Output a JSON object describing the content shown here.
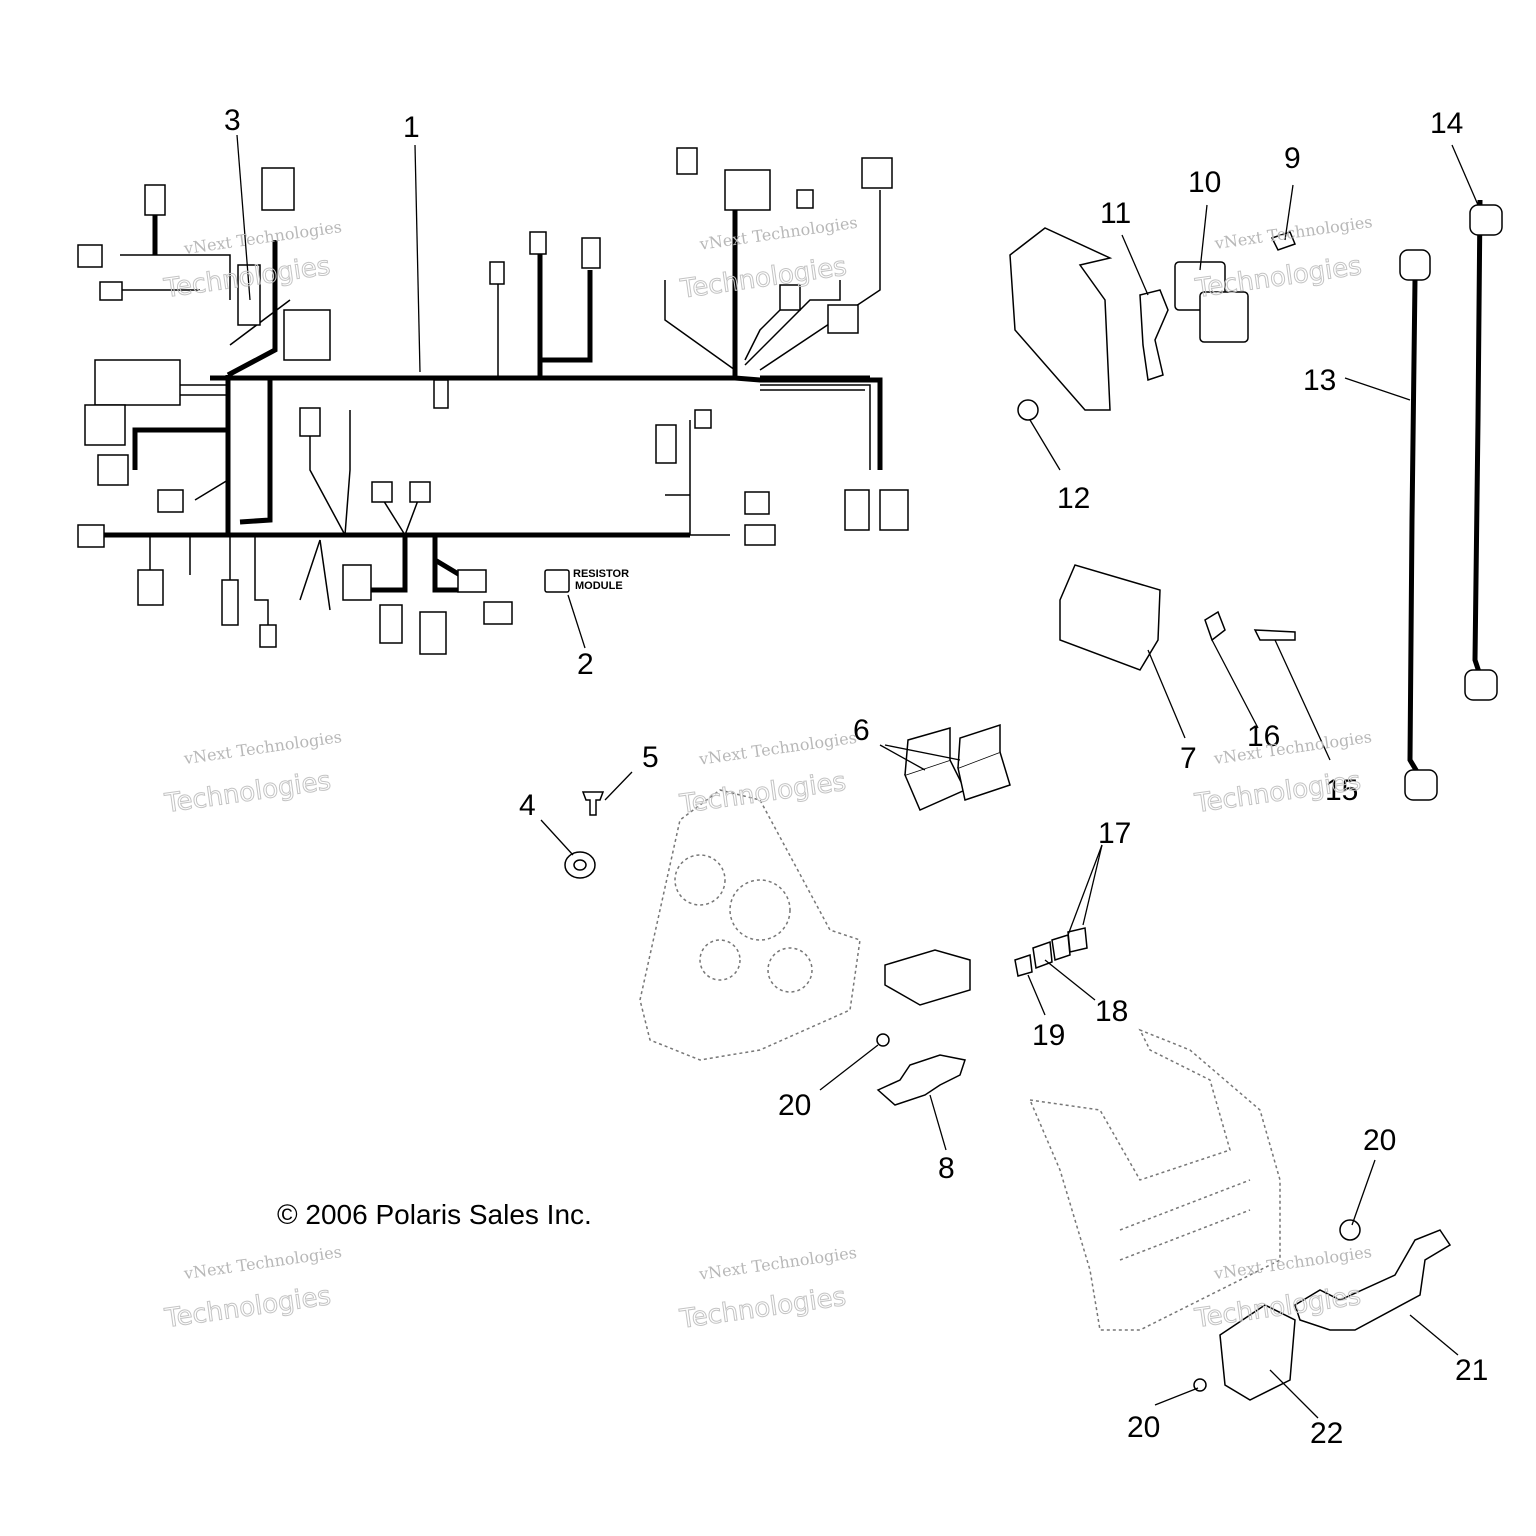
{
  "callouts": [
    "1",
    "2",
    "3",
    "4",
    "5",
    "6",
    "7",
    "8",
    "9",
    "10",
    "11",
    "12",
    "13",
    "14",
    "15",
    "16",
    "17",
    "18",
    "19",
    "20",
    "21",
    "22"
  ],
  "resistor_label": [
    "RESISTOR",
    "MODULE"
  ],
  "copyright": "© 2006 Polaris Sales Inc.",
  "watermark": {
    "line1": "vNext Technologies",
    "line2": "Technologies",
    "top": "vNext"
  }
}
